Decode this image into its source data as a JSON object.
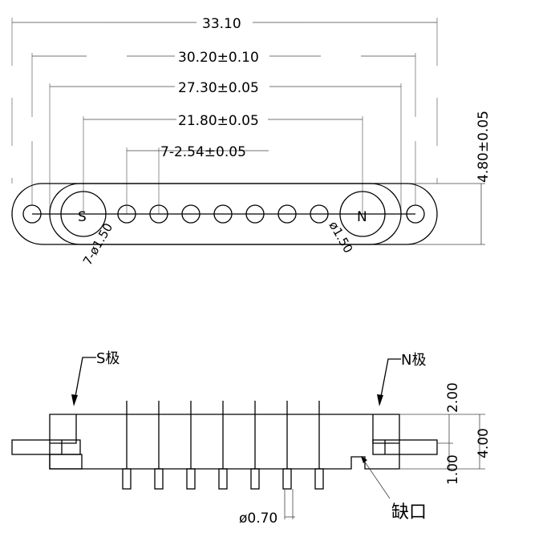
{
  "top_view": {
    "dim_overall": "33.10",
    "dim_mount_holes": "30.20±0.10",
    "dim_inner_slot": "27.30±0.05",
    "dim_magnets": "21.80±0.05",
    "dim_pitch": "7-2.54±0.05",
    "dim_height": "4.80±0.05",
    "hole_callout_left": "7-ø1.50",
    "hole_callout_right": "ø1.50",
    "magnet_s": "S",
    "magnet_n": "N"
  },
  "side_view": {
    "label_s": "S极",
    "label_n": "N极",
    "label_notch": "缺口",
    "dim_pin": "ø0.70",
    "dim_top": "2.00",
    "dim_bottom": "1.00",
    "dim_total": "4.00"
  }
}
